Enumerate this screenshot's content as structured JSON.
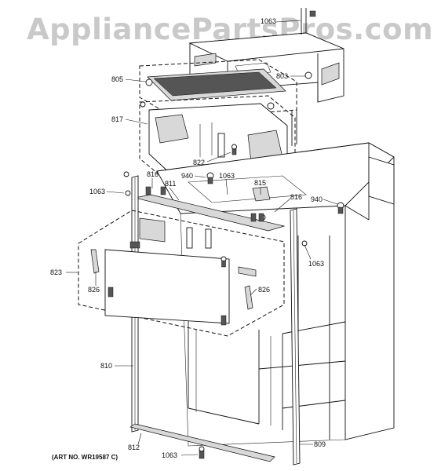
{
  "watermark": "AppliancePartsPros.com",
  "art_number": "(ART NO. WR19587 C)",
  "callouts": {
    "c1063_top": "1063",
    "c805": "805",
    "c803": "803",
    "c817": "817",
    "c822": "822",
    "c940_left": "940",
    "c1063_mid": "1063",
    "c815": "815",
    "c816_left": "816",
    "c811": "811",
    "c816_right": "816",
    "c940_right": "940",
    "c1063_left": "1063",
    "c1063_right": "1063",
    "c823": "823",
    "c826_left": "826",
    "c826_right": "826",
    "c810": "810",
    "c809": "809",
    "c812": "812",
    "c1063_bottom": "1063"
  }
}
